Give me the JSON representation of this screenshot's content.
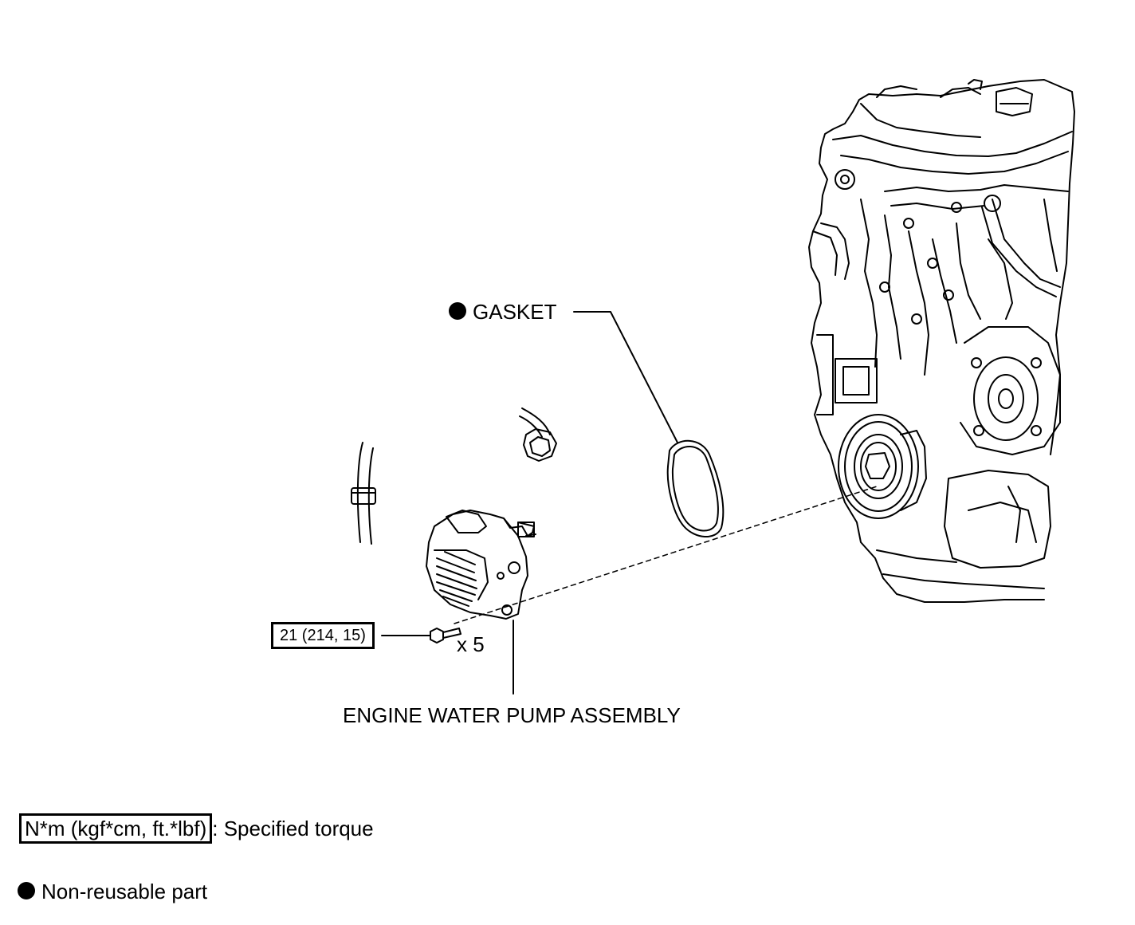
{
  "labels": {
    "gasket": "GASKET",
    "pump": "ENGINE WATER PUMP ASSEMBLY",
    "torque": "21 (214, 15)",
    "quantity": "x 5"
  },
  "legend": {
    "torque_unit": "N*m (kgf*cm, ft.*lbf)",
    "torque_desc": ": Specified torque",
    "nonreusable": "Non-reusable part"
  },
  "icons": {
    "nonreusable_marker": "filled-black-circle"
  }
}
